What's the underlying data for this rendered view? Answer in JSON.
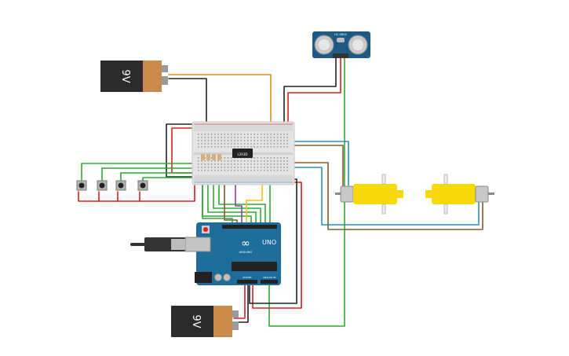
{
  "components": {
    "battery_top": {
      "label": "9V"
    },
    "battery_bottom": {
      "label": "9V"
    },
    "arduino": {
      "logo_text": "UNO",
      "brand_text": "ARDUINO",
      "power_header": "POWER",
      "analog_header": "ANALOG IN"
    },
    "motor_driver": {
      "label": "L293D"
    },
    "ultrasonic_sensor": {
      "label": "HC-SR04"
    }
  },
  "colors": {
    "wire_red": "#d62020",
    "wire_black": "#222222",
    "wire_green": "#2eaa35",
    "wire_orange": "#e08a1a",
    "wire_blue": "#2a8fc0",
    "wire_brown": "#8a5a2b",
    "wire_yellow": "#e8c21a",
    "wire_purple": "#9040b0",
    "arduino_board": "#1d6c9a",
    "motor_yellow": "#f5d90a",
    "sensor_board": "#1d5a86",
    "battery_body": "#2b2b2b",
    "battery_cap": "#c98a4a"
  }
}
